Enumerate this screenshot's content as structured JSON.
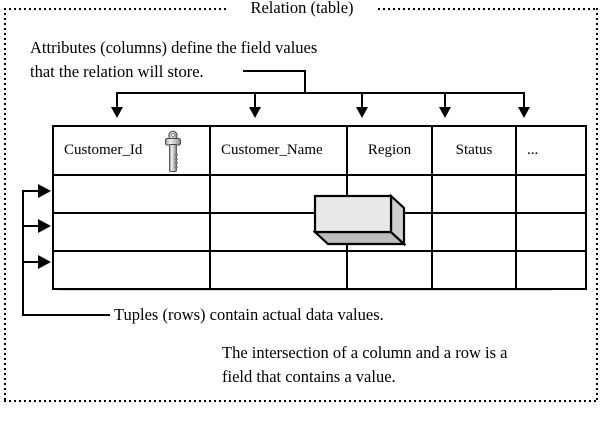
{
  "diagram": {
    "frame_title": "Relation (table)",
    "annotations": {
      "attributes_note_line1": "Attributes (columns) define the field values",
      "attributes_note_line2": "that the relation will store.",
      "tuples_note": "Tuples (rows) contain actual data values.",
      "field_note_line1": "The intersection of a column and a row is a",
      "field_note_line2": "field that contains a value."
    },
    "table": {
      "columns": [
        {
          "label": "Customer_Id",
          "has_key_icon": true
        },
        {
          "label": "Customer_Name",
          "has_key_icon": false
        },
        {
          "label": "Region",
          "has_key_icon": false
        },
        {
          "label": "Status",
          "has_key_icon": false
        },
        {
          "label": "...",
          "has_key_icon": false
        }
      ],
      "row_count": 3,
      "rows": [
        [
          "",
          "",
          "",
          "",
          ""
        ],
        [
          "",
          "",
          "",
          "",
          ""
        ],
        [
          "",
          "",
          "",
          "",
          ""
        ]
      ],
      "highlighted_field": {
        "column": "Region",
        "row_index": 2
      }
    },
    "icons": {
      "primary_key": "key-icon",
      "field_cell": "field-3d-box"
    },
    "colors": {
      "line": "#000000",
      "table_fill": "#ffffff",
      "shadow": "#d9d9d9",
      "box_front": "#e6e6e6",
      "box_side": "#c9c9c9",
      "box_bottom": "#b8b8b8",
      "key_light": "#f2f2f2",
      "key_mid": "#b9b9b9",
      "key_dark": "#7d7d7d"
    }
  }
}
